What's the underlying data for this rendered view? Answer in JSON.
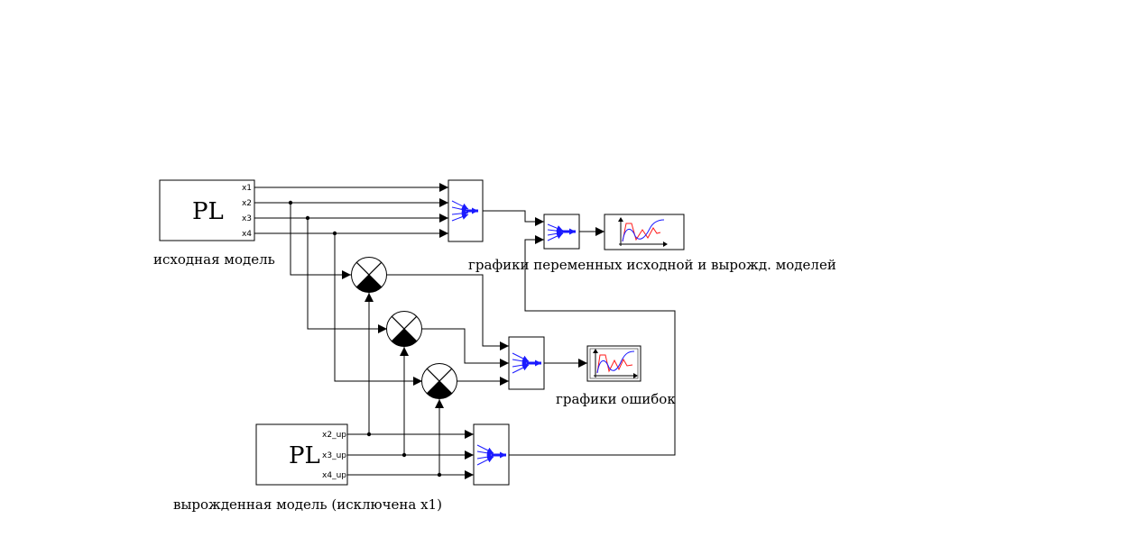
{
  "original_model": {
    "block_label": "PL",
    "ports": [
      "x1",
      "x2",
      "x3",
      "x4"
    ],
    "caption": "исходная модель"
  },
  "degenerate_model": {
    "block_label": "PL",
    "ports": [
      "x2_up",
      "x3_up",
      "x4_up"
    ],
    "caption": "вырожденная модель (исключена x1)"
  },
  "variables_plot": {
    "caption": "графики переменных исходной и вырожд. моделей",
    "line_colors": [
      "#1a1aff",
      "#ff1a1a"
    ]
  },
  "errors_plot": {
    "caption": "графики ошибок",
    "line_colors": [
      "#1a1aff",
      "#ff1a1a"
    ]
  },
  "icons": {
    "mux": "mux-arrows-icon",
    "scope": "scope-graph-icon",
    "summator": "summator-icon"
  },
  "colors": {
    "mux_arrows": "#1a1aff",
    "scope_line_1": "#1a1aff",
    "scope_line_2": "#ff1a1a"
  }
}
